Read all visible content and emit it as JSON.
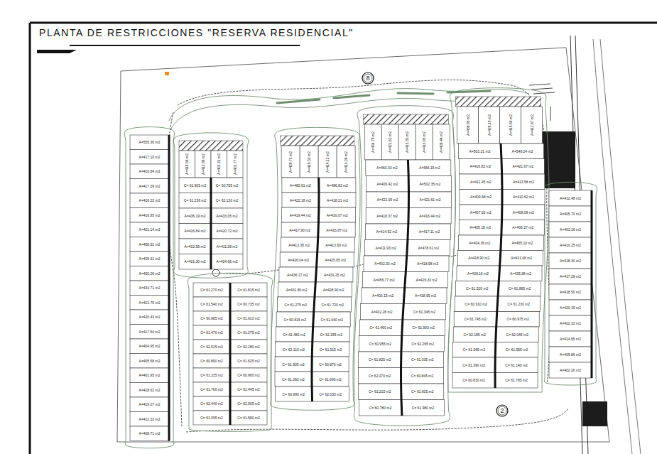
{
  "diagram": {
    "title": "PLANTA DE RESTRICCIONES \"RESERVA RESIDENCIAL\"",
    "nodes": [
      {
        "text": [
          "8"
        ]
      },
      {
        "text": [
          "2"
        ]
      }
    ],
    "labels": [
      "A=555.36 m2",
      "A=417.10 m2",
      "A=410.84 m2",
      "A=417.09 m2",
      "A=416.22 m2",
      "A=416.85 m2",
      "A=421.14 m2",
      "A=458.53 m2",
      "A=429.31 m2",
      "A=430.26 m2",
      "A=433.71 m2",
      "A=421.75 m2",
      "A=420.43 m2",
      "A=417.54 m2",
      "A=404.95 m2",
      "A=405.58 m2",
      "A=401.95 m2",
      "A=418.62 m2",
      "A=419.07 m2",
      "A=412.33 m2",
      "A=408.71 m2",
      "A=418.56 m2",
      "A=412.98 m2",
      "A=405.31 m2",
      "A=401.77 m2",
      "C= 61.905 m2",
      "C= 61.236 m2",
      "A=436.19 m2",
      "A=416.84 m2",
      "A=412.55 m2",
      "A=421.30 m2",
      "C= 60.755 m2",
      "C= 62.130 m2",
      "A=433.05 m2",
      "A=420.72 m2",
      "A=411.28 m2",
      "A=424.66 m2",
      "C= 61.270 m2",
      "C= 61.540 m2",
      "C= 60.985 m2",
      "C= 61.470 m2",
      "C= 62.015 m2",
      "C= 60.890 m2",
      "C= 61.335 m2",
      "C= 61.760 m2",
      "C= 62.440 m2",
      "C= 61.095 m2",
      "C= 61.815 m2",
      "C= 60.735 m2",
      "C= 61.910 m2",
      "C= 61.275 m2",
      "C= 62.180 m2",
      "C= 61.625 m2",
      "C= 60.960 m2",
      "C= 61.445 m2",
      "C= 62.005 m2",
      "C= 61.580 m2",
      "A=428.75 m2",
      "A=419.30 m2",
      "A=414.12 m2",
      "A=410.06 m2",
      "A=480.61 m2",
      "A=422.18 m2",
      "A=419.44 m2",
      "A=417.93 m2",
      "A=413.38 m2",
      "A=426.04 m2",
      "A=436.17 m2",
      "A=431.80 m2",
      "C= 61.275 m2",
      "C= 60.815 m2",
      "C= 61.480 m2",
      "C= 62.110 m2",
      "C= 61.905 m2",
      "C= 61.360 m2",
      "C= 60.990 m2",
      "A=486.83 m2",
      "A=418.21 m2",
      "A=416.07 m2",
      "A=415.87 m2",
      "A=413.69 m2",
      "A=425.65 m2",
      "A=431.25 m2",
      "A=428.90 m2",
      "C= 61.720 m2",
      "C= 61.040 m2",
      "C= 62.255 m2",
      "C= 61.515 m2",
      "C= 60.870 m2",
      "C= 61.690 m2",
      "C= 62.035 m2",
      "A=434.78 m2",
      "A=421.62 m2",
      "A=415.30 m2",
      "A=410.95 m2",
      "A=406.44 m2",
      "A=460.03 m2",
      "A=406.42 m2",
      "A=422.09 m2",
      "A=418.37 m2",
      "A=414.52 m2",
      "A=411.93 m2",
      "A=402.30 m2",
      "A=456.77 m2",
      "A=403.15 m2",
      "A=402.28 m2",
      "C= 61.460 m2",
      "C= 60.955 m2",
      "C= 61.825 m2",
      "C= 62.070 m2",
      "C= 61.215 m2",
      "C= 60.780 m2",
      "A=566.15 m2",
      "A=502.35 m2",
      "A=421.61 m2",
      "A=416.44 m2",
      "A=417.11 m2",
      "A=478.61 m2",
      "A=418.98 m2",
      "A=426.33 m2",
      "A=418.95 m2",
      "C= 61.345 m2",
      "C= 61.900 m2",
      "C= 62.265 m2",
      "C= 61.035 m2",
      "C= 60.845 m2",
      "C= 61.605 m2",
      "C= 61.980 m2",
      "A=436.95 m2",
      "A=426.19 m2",
      "A=419.84 m2",
      "A=412.47 m2",
      "A=502.31 m2",
      "A=416.82 m2",
      "A=411.45 m2",
      "A=409.68 m2",
      "A=407.33 m2",
      "A=405.18 m2",
      "A=404.36 m2",
      "A=418.90 m2",
      "A=438.16 m2",
      "C= 61.520 m2",
      "C= 60.910 m2",
      "C= 61.745 m2",
      "C= 62.185 m2",
      "C= 61.065 m2",
      "C= 61.390 m2",
      "C= 60.830 m2",
      "A=548.24 m2",
      "A=421.67 m2",
      "A=413.58 m2",
      "A=410.62 m2",
      "A=408.09 m2",
      "A=406.27 m2",
      "A=455.10 m2",
      "A=431.08 m2",
      "A=435.38 m2",
      "C= 61.885 m2",
      "C= 61.230 m2",
      "C= 60.975 m2",
      "C= 62.045 m2",
      "C= 61.555 m2",
      "C= 61.140 m2",
      "C= 61.785 m2",
      "A=412.48 m2",
      "A=405.70 m2",
      "A=403.16 m2",
      "A=410.25 m2",
      "A=418.30 m2",
      "A=417.29 m2",
      "A=418.50 m2",
      "A=420.19 m2",
      "A=422.33 m2",
      "A=414.65 m2",
      "A=409.86 m2",
      "A=402.26 m2"
    ]
  }
}
